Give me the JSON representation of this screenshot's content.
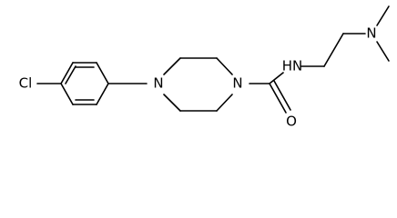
{
  "molecule": {
    "atoms": {
      "chlorine": "Cl",
      "piperazine_n_aryl": "N",
      "piperazine_n_amide": "N",
      "carbonyl_oxygen": "O",
      "amide_nh": "HN",
      "dimethyl_n": "N"
    }
  }
}
